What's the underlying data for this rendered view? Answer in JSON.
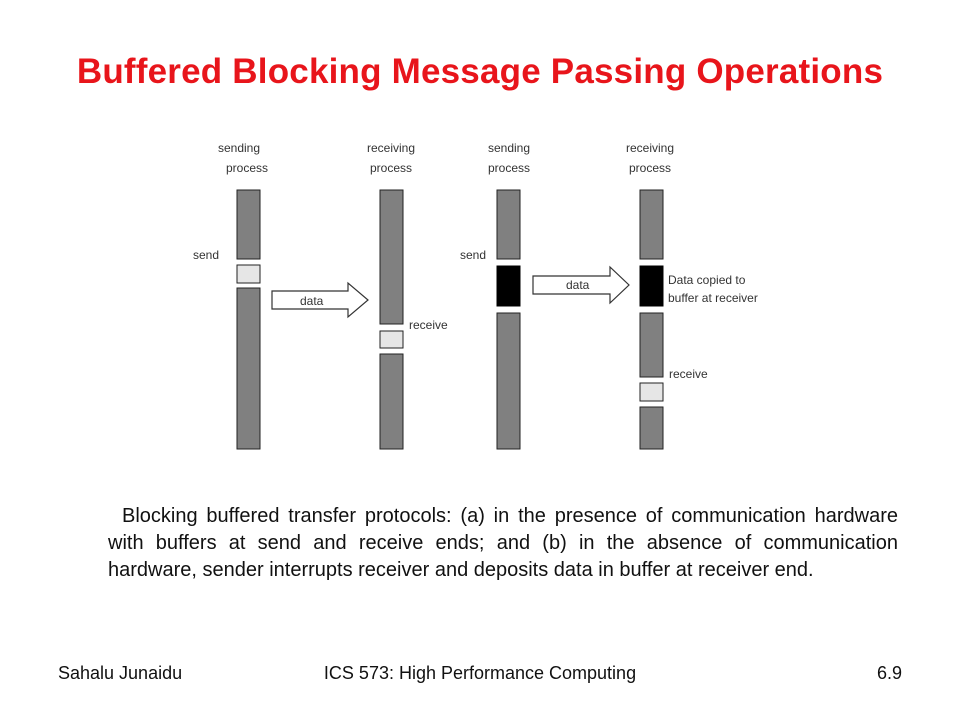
{
  "slide": {
    "title": "Buffered Blocking Message Passing Operations",
    "caption": "Blocking buffered transfer protocols: (a) in the presence of communication hardware with buffers at send and receive ends; and (b) in the absence of communication hardware, sender interrupts receiver and deposits data in buffer at receiver end."
  },
  "diagram": {
    "a": {
      "sender_header_1": "sending",
      "sender_header_2": "process",
      "receiver_header_1": "receiving",
      "receiver_header_2": "process",
      "send_label": "send",
      "data_label": "data",
      "receive_label": "receive"
    },
    "b": {
      "sender_header_1": "sending",
      "sender_header_2": "process",
      "receiver_header_1": "receiving",
      "receiver_header_2": "process",
      "send_label": "send",
      "data_label": "data",
      "copied_label_1": "Data copied to",
      "copied_label_2": "buffer at receiver",
      "receive_label": "receive"
    },
    "colors": {
      "bar": "#808080",
      "buffer_light": "#e6e6e6",
      "buffer_dark": "#000000"
    }
  },
  "footer": {
    "author": "Sahalu Junaidu",
    "course": "ICS 573: High Performance Computing",
    "page": "6.9"
  }
}
